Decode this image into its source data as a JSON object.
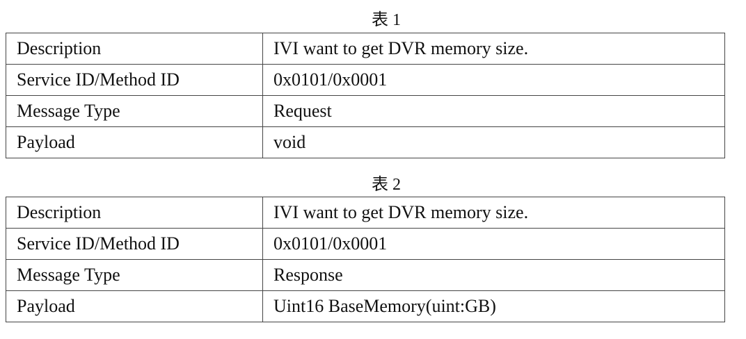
{
  "tables": [
    {
      "caption": "表 1",
      "rows": [
        {
          "label": "Description",
          "value": "IVI want to get DVR memory size."
        },
        {
          "label": "Service ID/Method ID",
          "value": "0x0101/0x0001"
        },
        {
          "label": "Message Type",
          "value": "Request"
        },
        {
          "label": "Payload",
          "value": "void"
        }
      ]
    },
    {
      "caption": "表 2",
      "rows": [
        {
          "label": "Description",
          "value": "IVI want to get DVR memory size."
        },
        {
          "label": "Service ID/Method ID",
          "value": "0x0101/0x0001"
        },
        {
          "label": "Message Type",
          "value": "Response"
        },
        {
          "label": "Payload",
          "value": "Uint16 BaseMemory(uint:GB)"
        }
      ]
    }
  ]
}
